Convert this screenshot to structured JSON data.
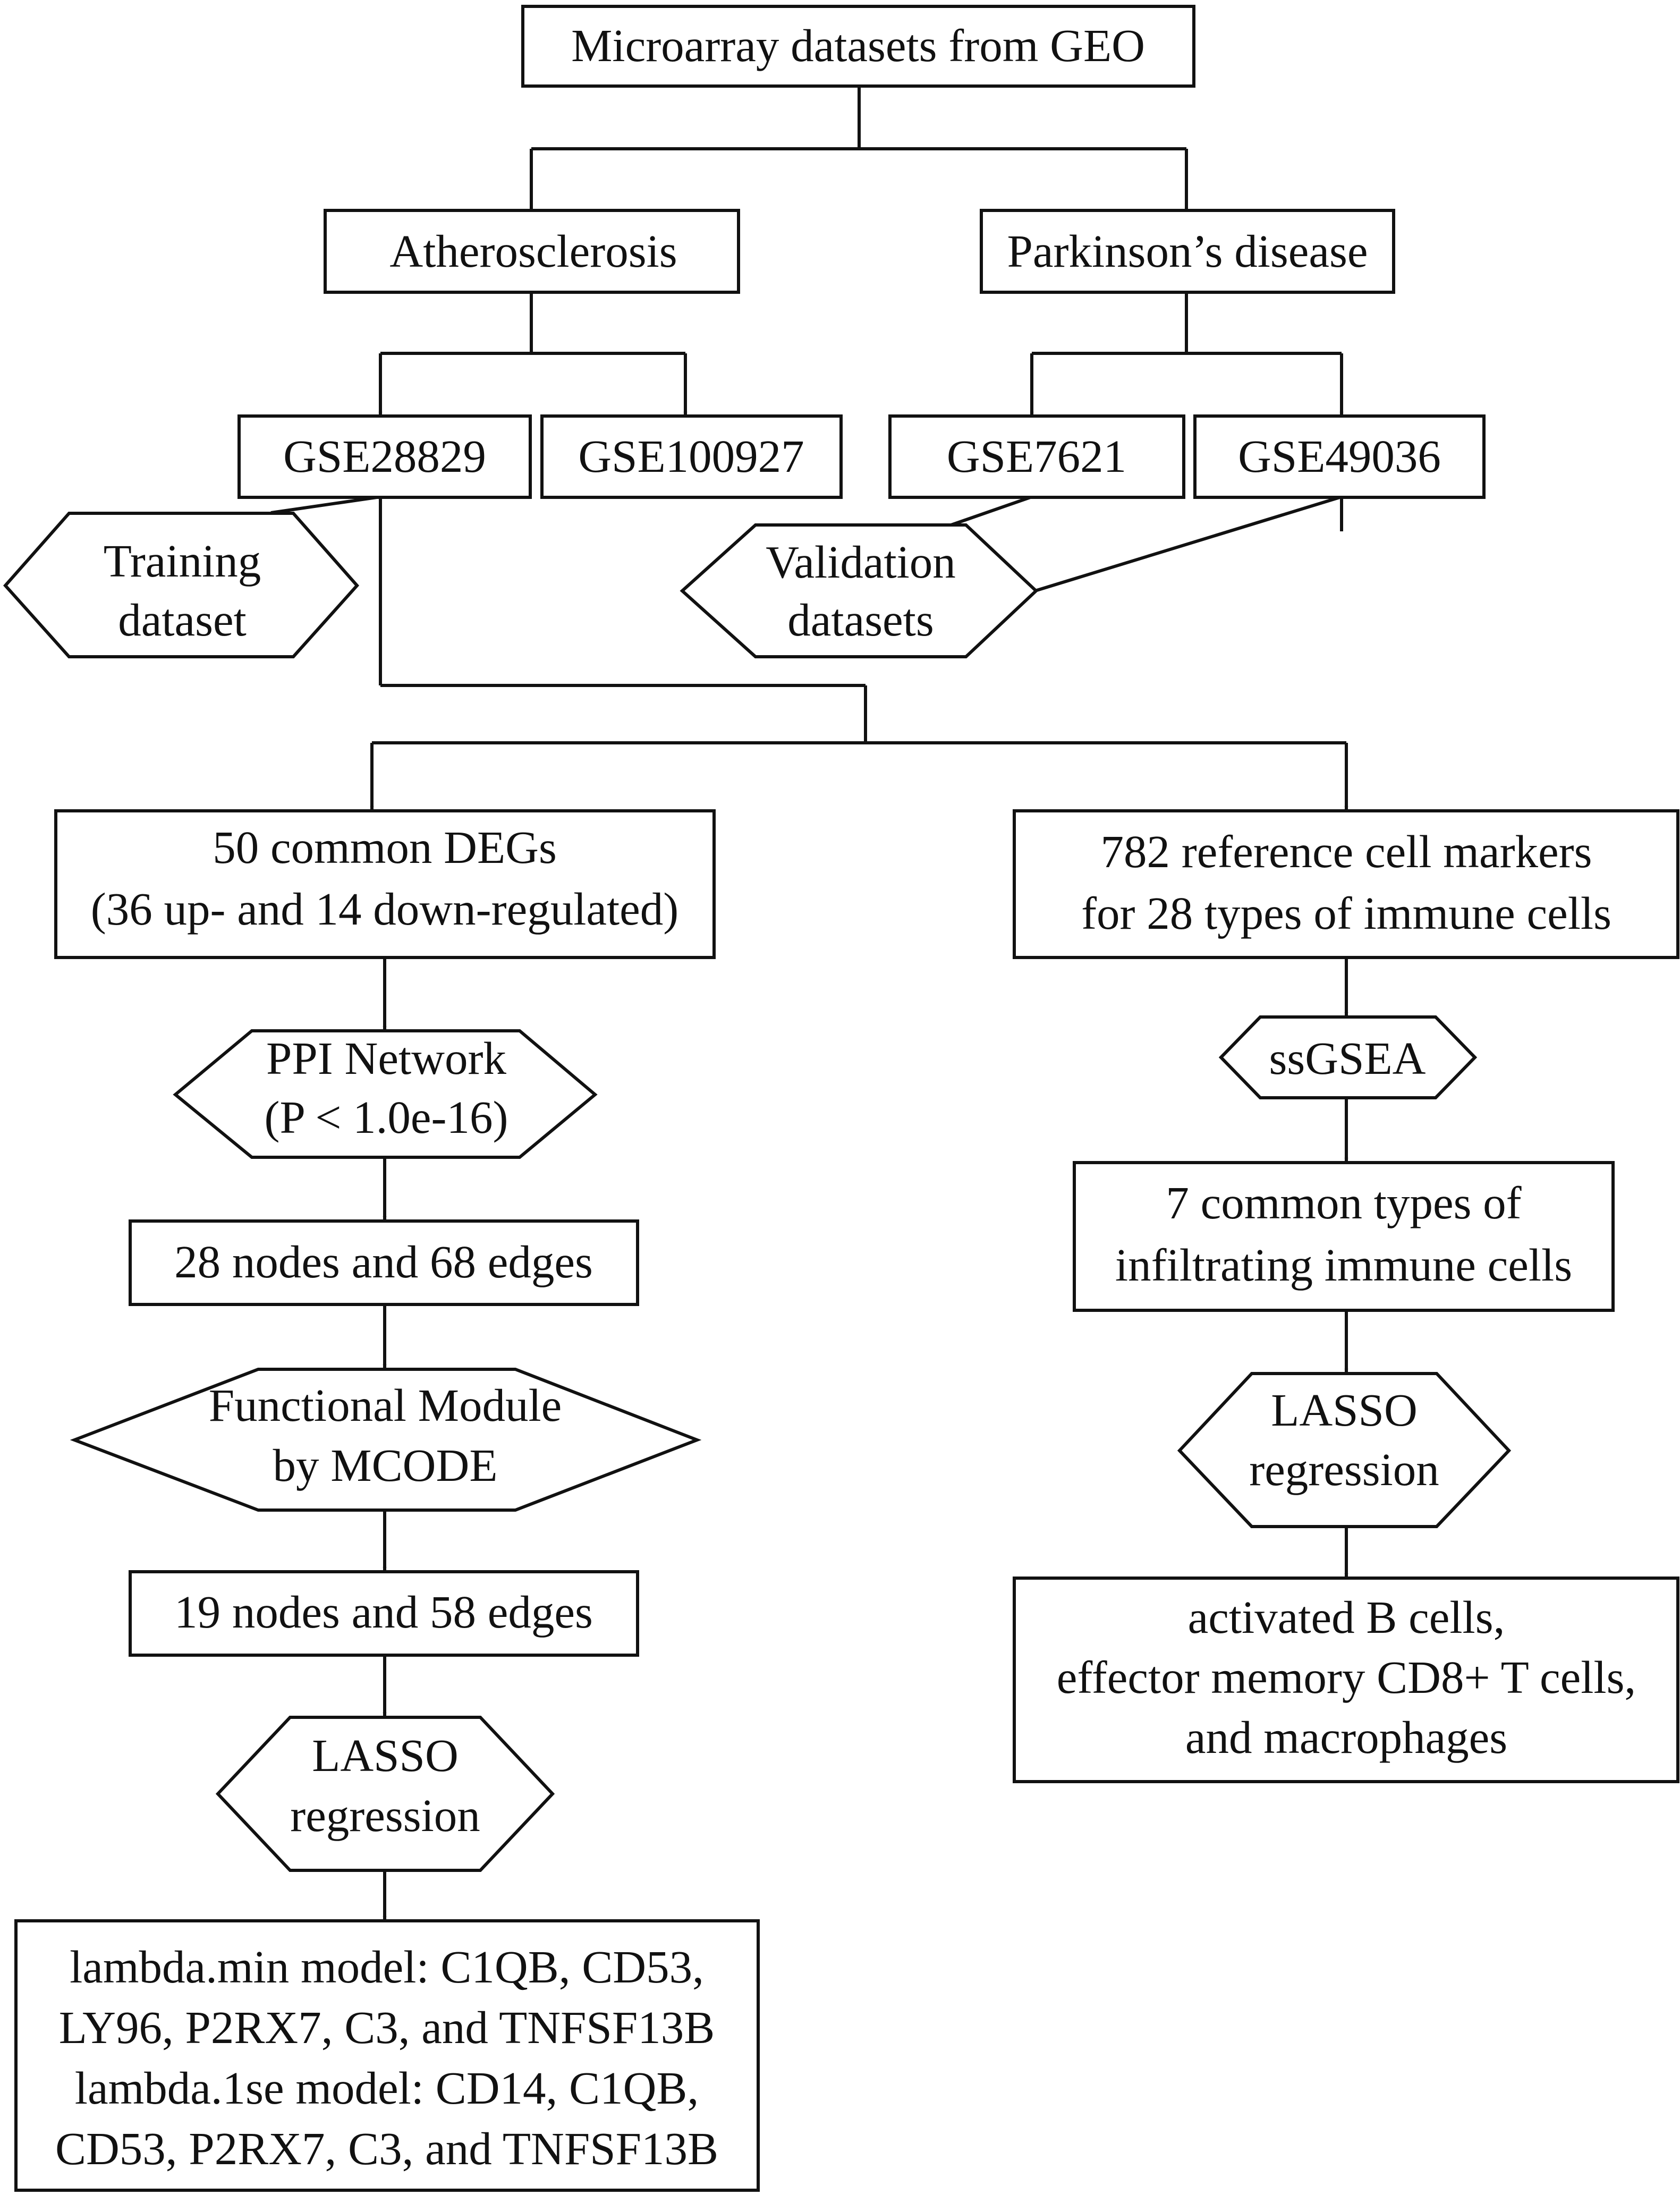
{
  "nodes": {
    "geo": {
      "lines": [
        "Microarray datasets from GEO"
      ]
    },
    "athero": {
      "lines": [
        "Atherosclerosis"
      ]
    },
    "parkinson": {
      "lines": [
        "Parkinson’s disease"
      ]
    },
    "gse28829": {
      "lines": [
        "GSE28829"
      ]
    },
    "gse100927": {
      "lines": [
        "GSE100927"
      ]
    },
    "gse7621": {
      "lines": [
        "GSE7621"
      ]
    },
    "gse49036": {
      "lines": [
        "GSE49036"
      ]
    },
    "training": {
      "lines": [
        "Training",
        "dataset"
      ]
    },
    "validation": {
      "lines": [
        "Validation",
        "datasets"
      ]
    },
    "degs": {
      "lines": [
        "50 common DEGs",
        "(36 up- and 14 down-regulated)"
      ]
    },
    "markers": {
      "lines": [
        "782 reference cell markers",
        "for 28 types of immune cells"
      ]
    },
    "ppi": {
      "lines": [
        "PPI Network",
        "(P < 1.0e-16)"
      ]
    },
    "ssgsea": {
      "lines": [
        "ssGSEA"
      ]
    },
    "nodes28": {
      "lines": [
        "28 nodes and 68 edges"
      ]
    },
    "immune7": {
      "lines": [
        "7 common types of",
        "infiltrating immune cells"
      ]
    },
    "mcode": {
      "lines": [
        "Functional Module",
        "by MCODE"
      ]
    },
    "lasso_right": {
      "lines": [
        "LASSO",
        "regression"
      ]
    },
    "nodes19": {
      "lines": [
        "19 nodes and 58 edges"
      ]
    },
    "cells_result": {
      "lines": [
        "activated B cells,",
        "effector memory CD8+ T cells,",
        "and macrophages"
      ]
    },
    "lasso_left": {
      "lines": [
        "LASSO",
        "regression"
      ]
    },
    "genes_result": {
      "lines": [
        "lambda.min model: C1QB, CD53,",
        "LY96, P2RX7, C3, and TNFSF13B",
        "lambda.1se model: CD14, C1QB,",
        "CD53, P2RX7, C3, and TNFSF13B"
      ]
    }
  }
}
